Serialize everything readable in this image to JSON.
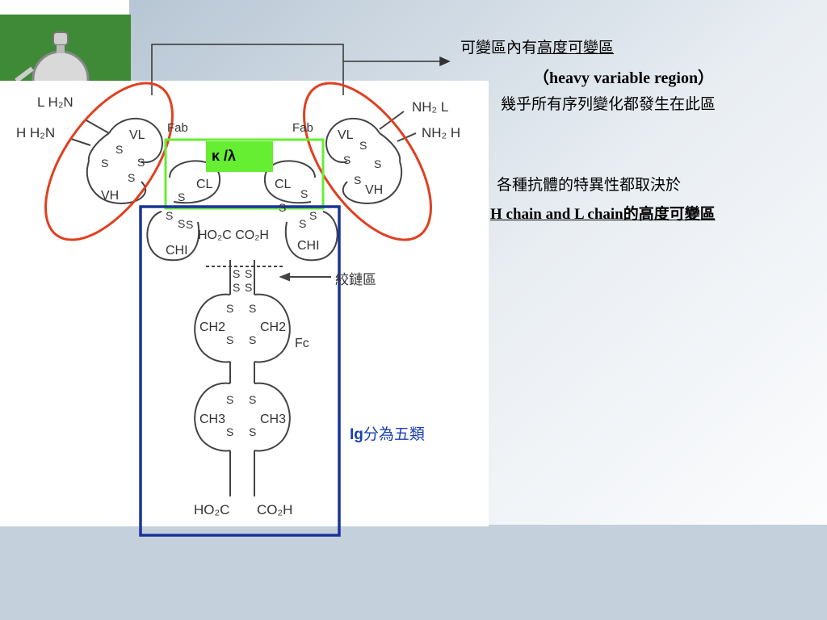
{
  "notes": {
    "line1_prefix": "可變區內有",
    "line1_link": "高度可變區",
    "line2": "（heavy variable region）",
    "line3": "幾乎所有序列變化都發生在此區",
    "line4": "各種抗體的特異性都取決於",
    "line5": "H chain and L chain的高度可變區"
  },
  "labels": {
    "kappa_lambda": "κ /λ",
    "hinge": "絞鏈區",
    "ig_prefix": "Ig",
    "ig_text": "分為五類"
  },
  "diagram": {
    "l_h2n_left": "L H₂N",
    "h_h2n_left": "H H₂N",
    "nh2_l_right": "NH₂  L",
    "nh2_h_right": "NH₂  H",
    "fab_left": "Fab",
    "fab_right": "Fab",
    "vl": "VL",
    "vh": "VH",
    "cl": "CL",
    "ch1": "CHI",
    "ch2": "CH2",
    "ch3": "CH3",
    "fc": "Fc",
    "ho2c_co2h_mid": "HO₂C CO₂H",
    "ho2c_bottom": "HO₂C",
    "co2h_bottom": "CO₂H",
    "s": "S"
  },
  "colors": {
    "green_box": "#66ee33",
    "blue_box": "#1a3399",
    "red_ellipse": "#e04020",
    "ig_text": "#1a3fb0"
  }
}
